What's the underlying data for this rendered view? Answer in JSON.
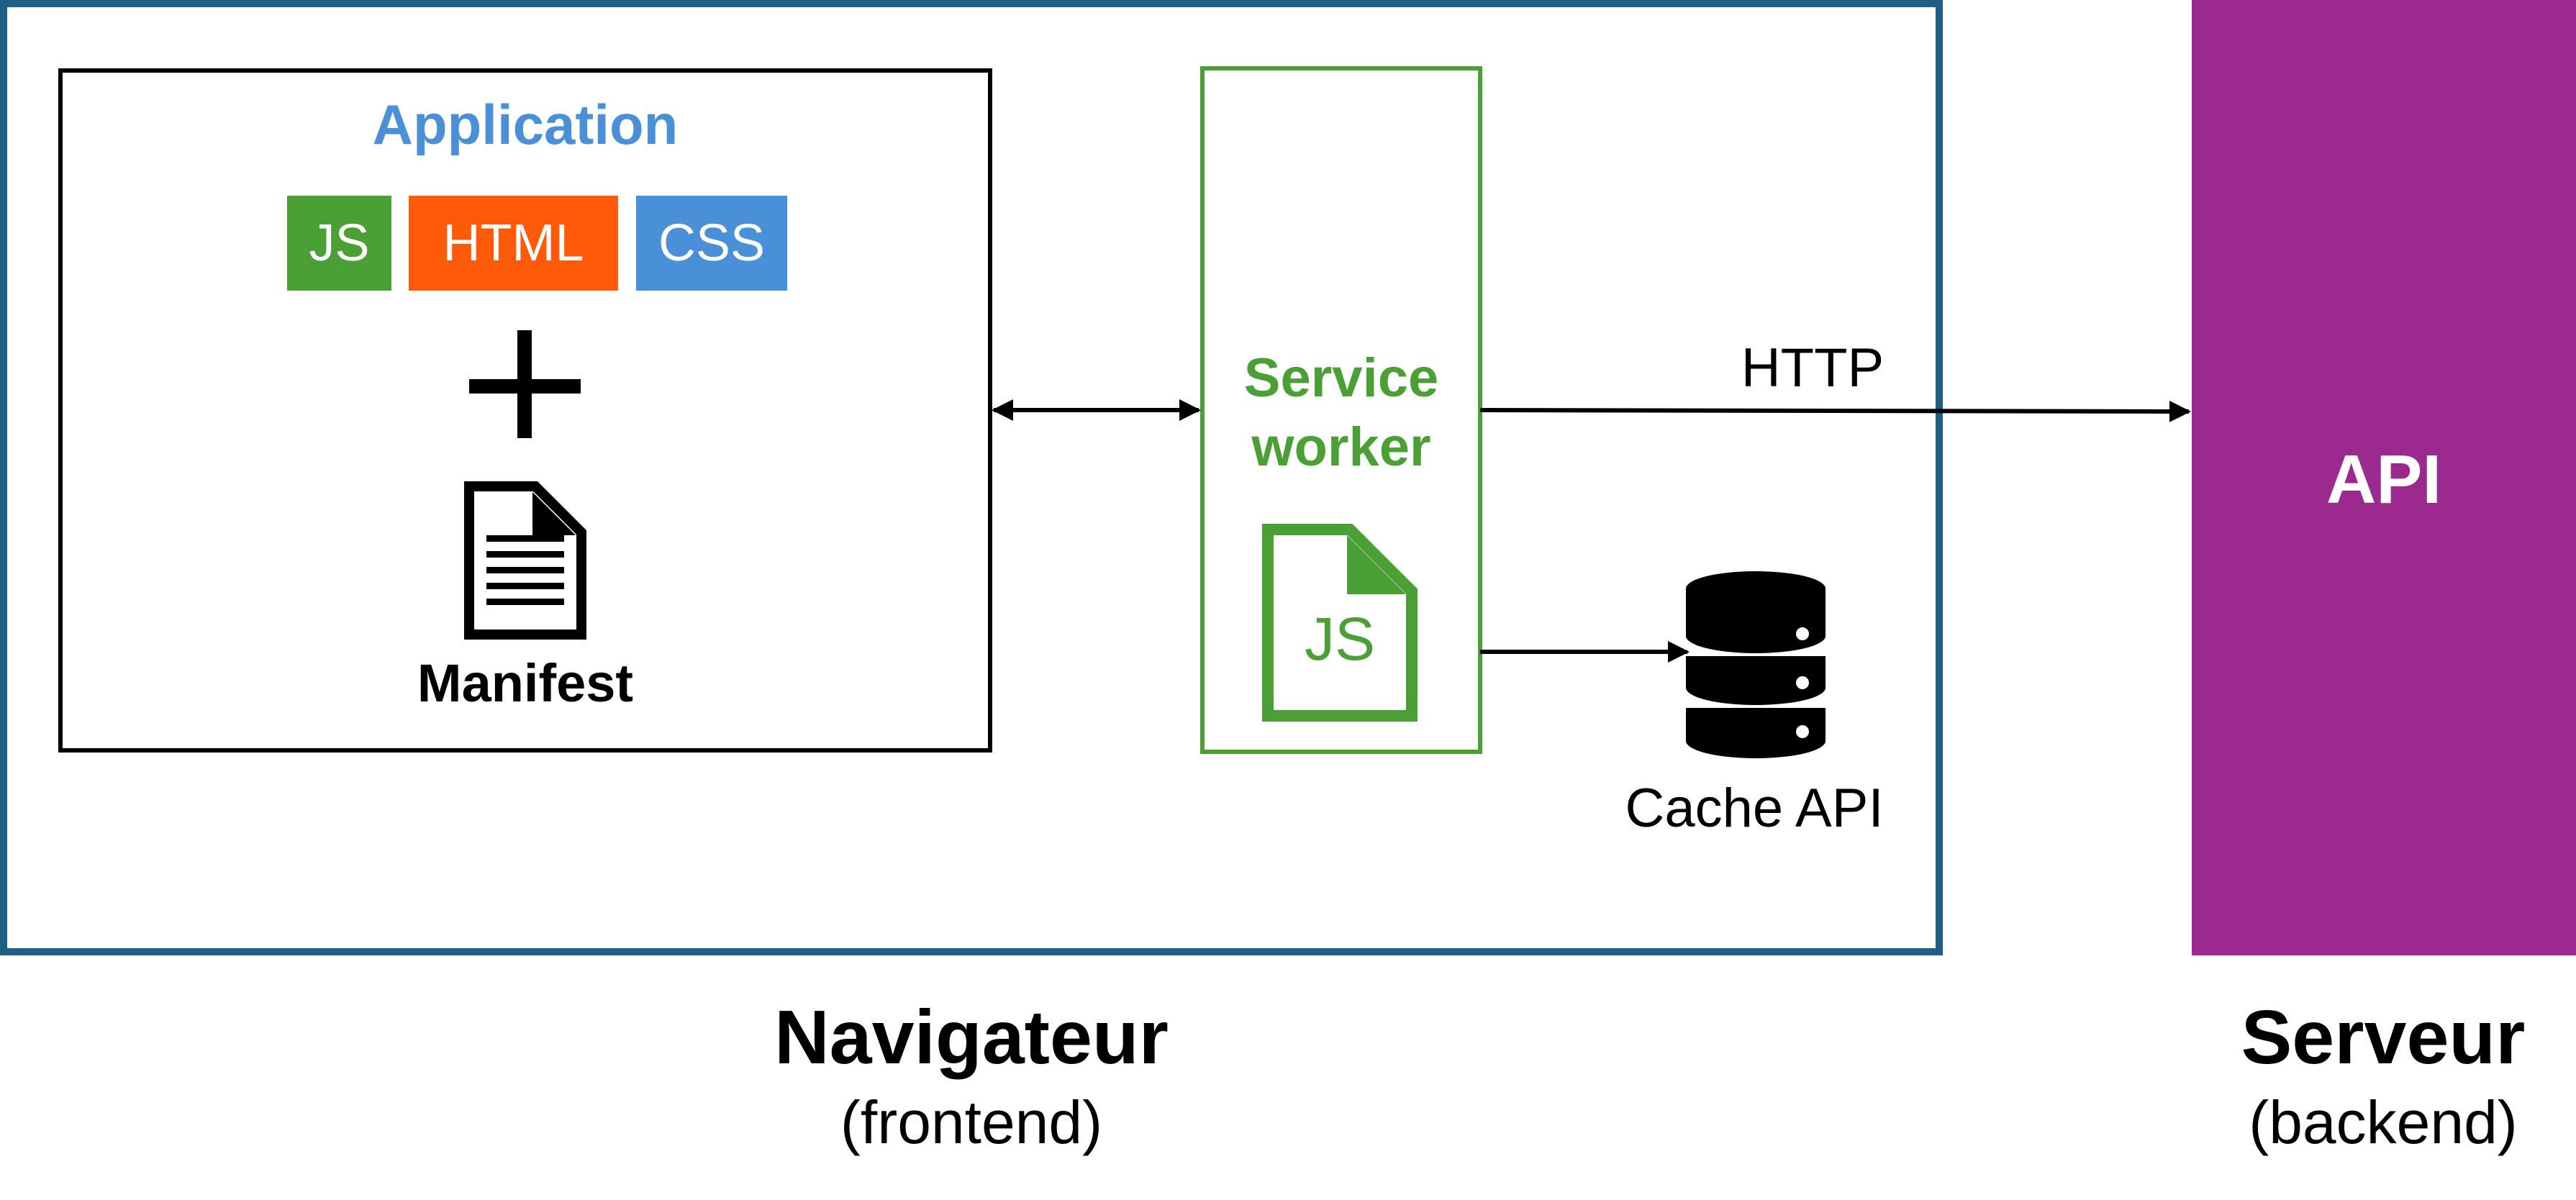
{
  "colors": {
    "browser_border": "#1f5f86",
    "application_title": "#4a90d9",
    "js": "#4aa035",
    "html": "#ff5a0a",
    "css": "#4a90d9",
    "service_worker": "#4aa035",
    "api": "#9c2a8e",
    "ink": "#000000"
  },
  "application": {
    "title": "Application",
    "tags": {
      "js": "JS",
      "html": "HTML",
      "css": "CSS"
    },
    "manifest_label": "Manifest"
  },
  "service_worker": {
    "title_line1": "Service",
    "title_line2": "worker",
    "file_label": "JS"
  },
  "connections": {
    "http_label": "HTTP"
  },
  "cache": {
    "label": "Cache API"
  },
  "server_box": {
    "label": "API"
  },
  "browser": {
    "title": "Navigateur",
    "subtitle": "(frontend)"
  },
  "server": {
    "title": "Serveur",
    "subtitle": "(backend)"
  }
}
